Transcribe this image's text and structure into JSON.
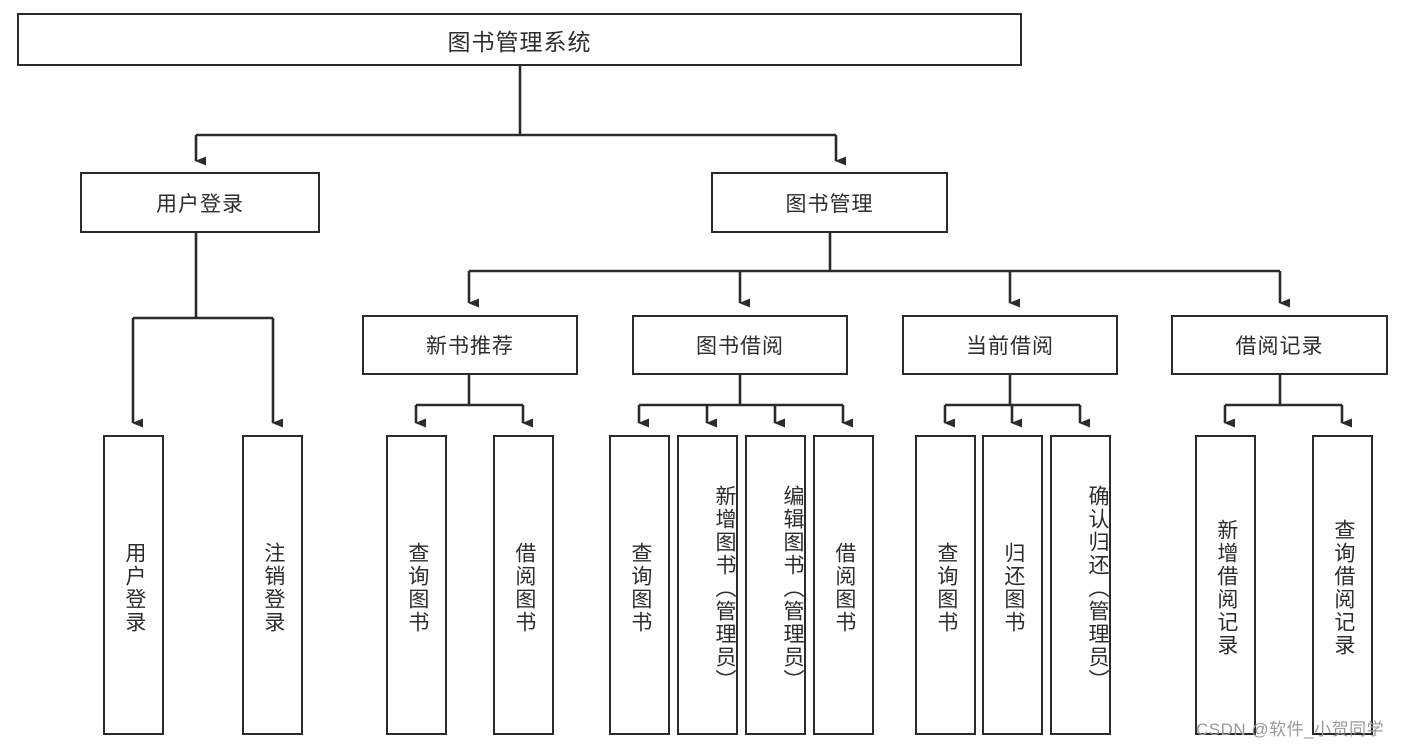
{
  "diagram": {
    "title": "图书管理系统",
    "type": "tree-hierarchy-diagram",
    "colors": {
      "box_border": "#2b2b2b",
      "box_fill": "#ffffff",
      "connector": "#2b2b2b",
      "text": "#2d2d2d",
      "watermark": "#9a9a9a",
      "background": "#ffffff"
    },
    "root": {
      "label": "图书管理系统"
    },
    "level2": [
      {
        "label": "用户登录"
      },
      {
        "label": "图书管理"
      }
    ],
    "level3": [
      {
        "label": "新书推荐"
      },
      {
        "label": "图书借阅"
      },
      {
        "label": "当前借阅"
      },
      {
        "label": "借阅记录"
      }
    ],
    "leaves": {
      "user_login": [
        {
          "label": "用户登录"
        },
        {
          "label": "注销登录"
        }
      ],
      "new_book_recommend": [
        {
          "label": "查询图书"
        },
        {
          "label": "借阅图书"
        }
      ],
      "book_borrow": [
        {
          "label": "查询图书"
        },
        {
          "label": "新增图书（管理员）"
        },
        {
          "label": "编辑图书（管理员）"
        },
        {
          "label": "借阅图书"
        }
      ],
      "current_borrow": [
        {
          "label": "查询图书"
        },
        {
          "label": "归还图书"
        },
        {
          "label": "确认归还（管理员）"
        }
      ],
      "borrow_record": [
        {
          "label": "新增借阅记录"
        },
        {
          "label": "查询借阅记录"
        }
      ]
    }
  },
  "watermark": {
    "text": "CSDN @软件_小贺同学"
  }
}
